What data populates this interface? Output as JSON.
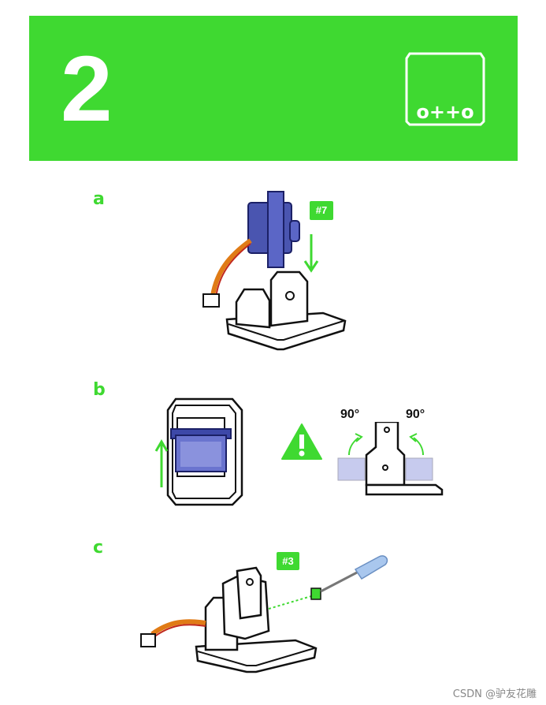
{
  "header": {
    "step_number": "2",
    "brand": "o++o",
    "bg_color": "#3fd931"
  },
  "steps": [
    {
      "label": "a",
      "badge": "#7"
    },
    {
      "label": "b",
      "angle_left": "90°",
      "angle_right": "90°",
      "warning_icon": "warning-icon"
    },
    {
      "label": "c",
      "badge": "#3"
    }
  ],
  "watermark": "CSDN @驴友花雕"
}
